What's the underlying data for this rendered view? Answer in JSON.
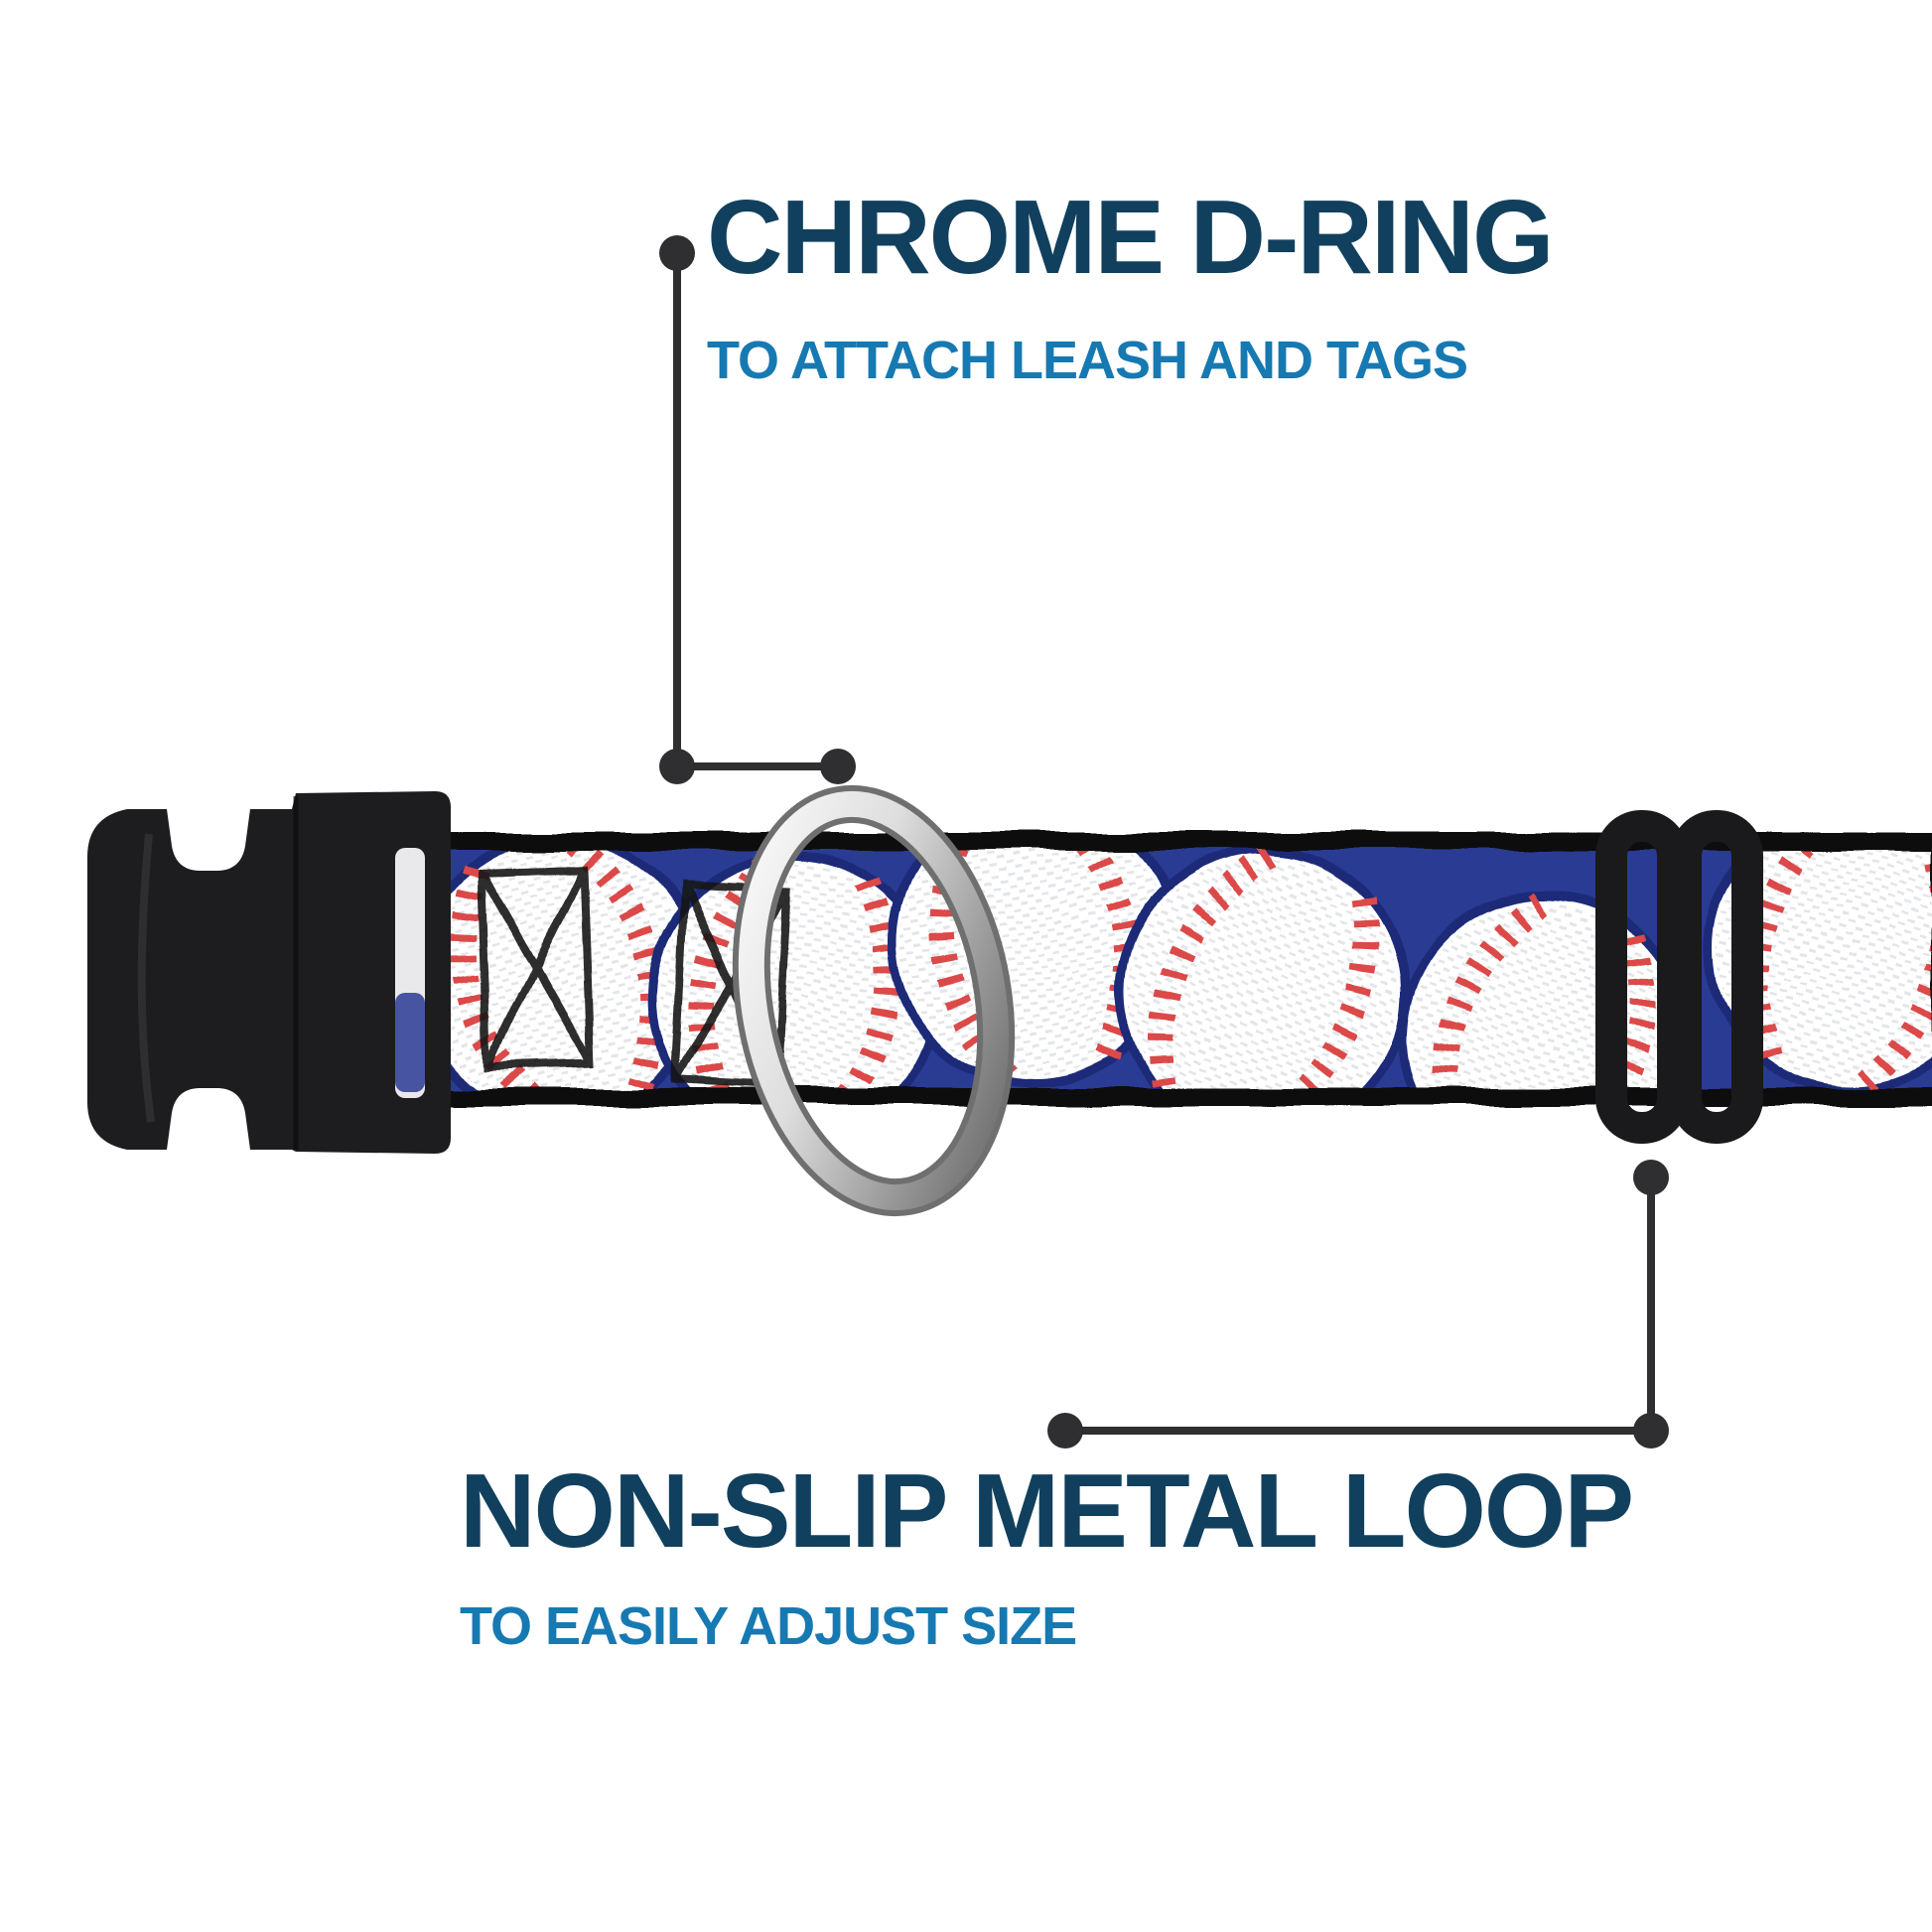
{
  "page": {
    "background": "#ffffff"
  },
  "callouts": [
    {
      "title": "CHROME D-RING",
      "subtitle": "TO ATTACH LEASH AND TAGS"
    },
    {
      "title": "NON-SLIP METAL LOOP",
      "subtitle": "TO EASILY ADJUST SIZE"
    }
  ],
  "colors": {
    "title_navy": "#11405e",
    "subtitle_blue": "#1779b2",
    "leader_gray": "#2f2f31",
    "webbing_blue": "#2a3a94",
    "webbing_edge_black": "#0e0e10",
    "baseball_outline_navy": "#1b2a78",
    "stitch_red": "#db4848",
    "hardware_black": "#1d1d1f",
    "chrome_silver": "#c9c9c9"
  }
}
